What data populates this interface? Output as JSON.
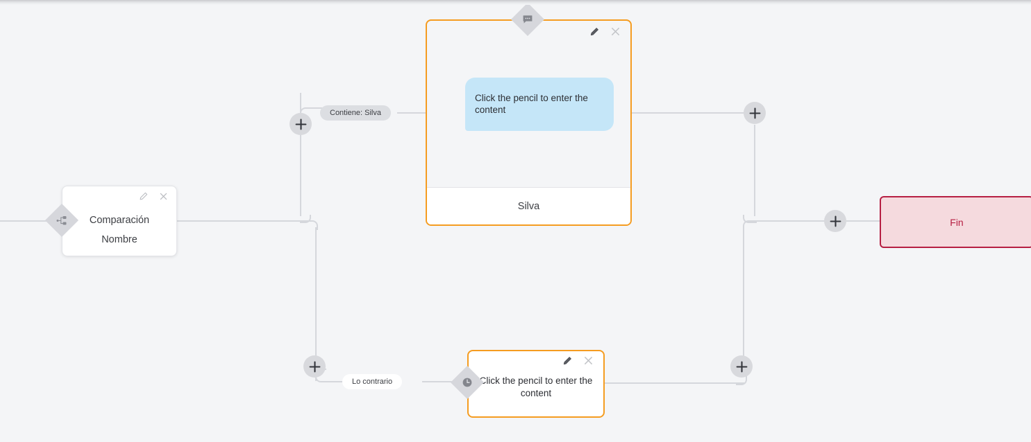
{
  "canvas": {
    "background_color": "#f4f5f7",
    "edge_color": "#d5d7dc",
    "accent_orange": "#f59c20",
    "accent_blue": "#c5e6f8",
    "accent_crimson": "#b61e42",
    "end_fill": "#f5dade"
  },
  "nodes": {
    "decision": {
      "name": "comparacion-node",
      "title": "Comparación",
      "subtitle": "Nombre",
      "badge_icon": "hierarchy-icon",
      "edit_icon": "pencil-icon",
      "close_icon": "close-icon"
    },
    "message_card": {
      "name": "message-card",
      "badge_icon": "speech-bubble-icon",
      "bubble_text": "Click the pencil to enter the content",
      "footer_label": "Silva",
      "edit_icon": "pencil-icon",
      "close_icon": "close-icon"
    },
    "small_card": {
      "name": "condition-card",
      "badge_icon": "clock-icon",
      "text": "Click the pencil to enter the content",
      "edit_icon": "pencil-icon",
      "close_icon": "close-icon"
    },
    "end": {
      "name": "end-node",
      "label": "Fin"
    }
  },
  "branch_labels": {
    "true_branch": "Contiene: Silva",
    "false_branch": "Lo contrario"
  },
  "add_buttons": [
    {
      "name": "add-node-top-left",
      "label": "+"
    },
    {
      "name": "add-node-top-right",
      "label": "+"
    },
    {
      "name": "add-node-end",
      "label": "+"
    },
    {
      "name": "add-node-bottom-left",
      "label": "+"
    },
    {
      "name": "add-node-bottom-right",
      "label": "+"
    }
  ]
}
